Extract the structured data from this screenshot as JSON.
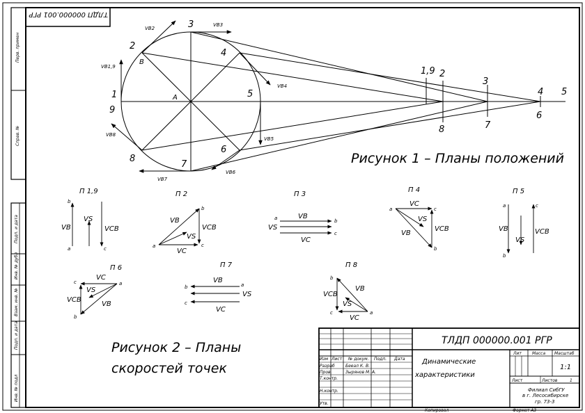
{
  "sheet": {
    "stamp_code_rotated": "ТЛДП 000000.001 РГР",
    "side_labels": [
      "Перв. примен",
      "Справ. №",
      "Подп. и дата",
      "Инв. № дубл",
      "Взам. инв. №",
      "Подп. и дата",
      "Инв. № подл"
    ]
  },
  "figure1": {
    "caption": "Рисунок 1 – Планы положений",
    "points": [
      "1",
      "2",
      "3",
      "4",
      "5",
      "6",
      "7",
      "8",
      "9"
    ],
    "slider_marks": [
      "1,9",
      "2",
      "3",
      "4",
      "5",
      "6",
      "7",
      "8"
    ],
    "center_label": "A",
    "crank_point_label": "B",
    "velocity_labels": [
      "VB2",
      "VB3",
      "VB1,9",
      "VB4",
      "VB5",
      "VB6",
      "VB7",
      "VB8"
    ]
  },
  "figure2": {
    "caption_line1": "Рисунок 2 – Планы",
    "caption_line2": "скоростей точек",
    "plans": [
      {
        "title": "П 1,9",
        "labels": [
          "b",
          "a",
          "c",
          "VB",
          "VS",
          "VCB"
        ]
      },
      {
        "title": "П 2",
        "labels": [
          "b",
          "a",
          "c",
          "VB",
          "VS",
          "VCB",
          "VC"
        ]
      },
      {
        "title": "П 3",
        "labels": [
          "a",
          "b",
          "c",
          "VB",
          "VS",
          "VC"
        ]
      },
      {
        "title": "П 4",
        "labels": [
          "a",
          "c",
          "b",
          "VC",
          "VS",
          "VCB",
          "VB"
        ]
      },
      {
        "title": "П 5",
        "labels": [
          "a",
          "c",
          "b",
          "VB",
          "VS",
          "VCB"
        ]
      },
      {
        "title": "П 6",
        "labels": [
          "c",
          "a",
          "b",
          "VC",
          "VS",
          "VCB",
          "VB"
        ]
      },
      {
        "title": "П 7",
        "labels": [
          "b",
          "a",
          "c",
          "VB",
          "VS",
          "VC"
        ]
      },
      {
        "title": "П 8",
        "labels": [
          "b",
          "c",
          "a",
          "VB",
          "VCB",
          "VS",
          "VC"
        ]
      }
    ]
  },
  "title_block": {
    "doc_code": "ТЛДП 000000.001 РГР",
    "row_headers": [
      "Изм",
      "Лист",
      "№ докум.",
      "Подп.",
      "Дата"
    ],
    "roles": [
      "Разраб",
      "Пров.",
      "Т.контр.",
      "",
      "Н.контр.",
      "Утв."
    ],
    "names": [
      "Бееал К. В.",
      "Зырянов М. А."
    ],
    "title_line1": "Динамические",
    "title_line2": "характеристики",
    "lit_label": "Лит",
    "mass_label": "Масса",
    "scale_label": "Масштаб",
    "scale_value": "1:1",
    "sheet_label": "Лист",
    "sheets_label": "Листов",
    "sheets_value": "1",
    "org_line1": "Филиал СибГУ",
    "org_line2": "в г. Лесосибирске",
    "org_line3": "гр. 73-3",
    "copied": "Копировал",
    "format": "Формат   А3"
  }
}
